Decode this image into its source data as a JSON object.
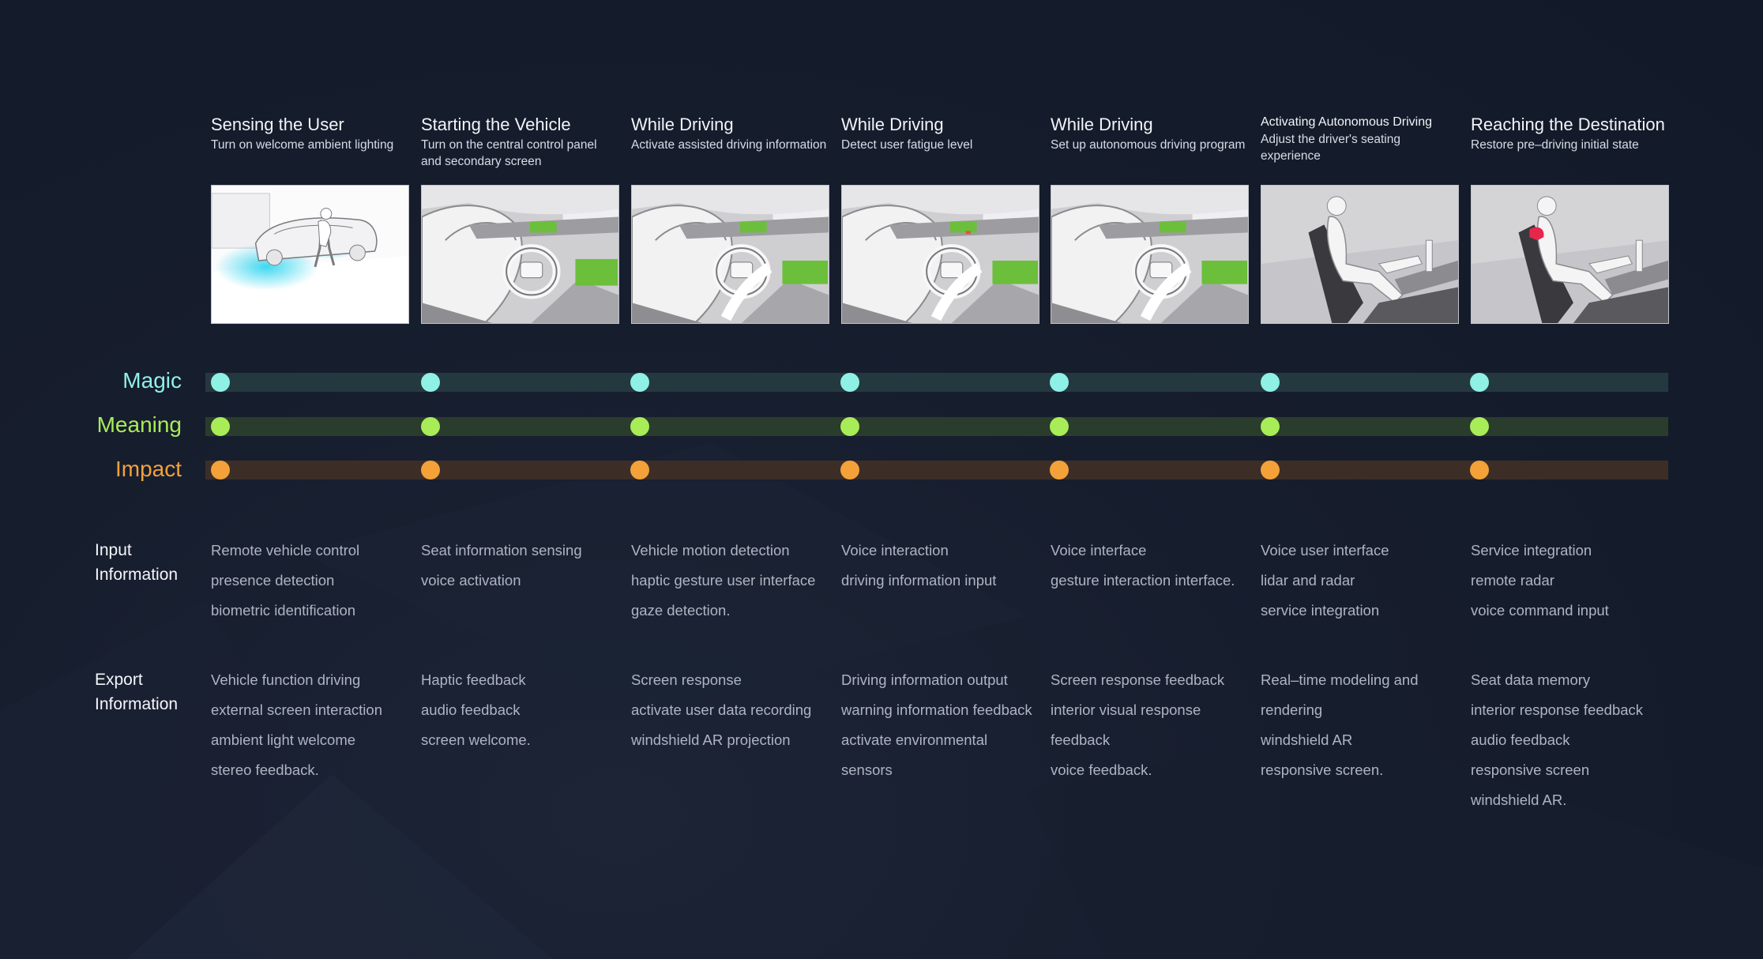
{
  "columns": [
    {
      "title": "Sensing the User",
      "subtitle": "Turn on welcome ambient lighting",
      "input": [
        "Remote vehicle control",
        "presence detection",
        "biometric identification"
      ],
      "export": [
        "Vehicle function driving",
        "external screen interaction",
        "ambient light welcome",
        "stereo feedback."
      ]
    },
    {
      "title": "Starting the Vehicle",
      "subtitle": "Turn on the central control panel and secondary screen",
      "input": [
        "Seat information sensing",
        "voice activation"
      ],
      "export": [
        "Haptic feedback",
        "audio feedback",
        "screen welcome."
      ]
    },
    {
      "title": "While Driving",
      "subtitle": "Activate assisted driving information",
      "input": [
        "Vehicle motion detection",
        "haptic gesture user interface",
        "gaze detection."
      ],
      "export": [
        "Screen response",
        "activate user data recording",
        "windshield AR projection"
      ]
    },
    {
      "title": "While Driving",
      "subtitle": "Detect user fatigue level",
      "input": [
        "Voice interaction",
        "driving information input"
      ],
      "export": [
        "Driving information output",
        "warning information feedback",
        "activate environmental",
        "sensors"
      ]
    },
    {
      "title": "While Driving",
      "subtitle": "Set up autonomous driving program",
      "input": [
        "Voice interface",
        "gesture interaction interface."
      ],
      "export": [
        "Screen response feedback",
        "interior visual response",
        "feedback",
        "voice feedback."
      ]
    },
    {
      "title": "Activating Autonomous Driving",
      "subtitle": "Adjust the driver's seating experience",
      "input": [
        "Voice user interface",
        "lidar and radar",
        "service integration"
      ],
      "export": [
        "Real–time modeling and",
        "rendering",
        "windshield AR",
        "responsive screen."
      ]
    },
    {
      "title": "Reaching the Destination",
      "subtitle": "Restore pre–driving initial state",
      "input": [
        "Service integration",
        "remote radar",
        "voice command input"
      ],
      "export": [
        "Seat data memory",
        "interior response feedback",
        "audio feedback",
        "responsive screen",
        "windshield AR."
      ]
    }
  ],
  "rows": [
    {
      "label": "Magic",
      "color": "#8ff0e6",
      "track": "#24393f"
    },
    {
      "label": "Meaning",
      "color": "#a8ec58",
      "track": "#2a3c2b"
    },
    {
      "label": "Impact",
      "color": "#f4a13a",
      "track": "#3c2e27"
    }
  ],
  "sections": {
    "input_label": "Input\nInformation",
    "export_label": "Export\nInformation"
  },
  "icons": [
    "car-welcome-illustration",
    "cockpit-illustration",
    "seated-driver-illustration"
  ]
}
